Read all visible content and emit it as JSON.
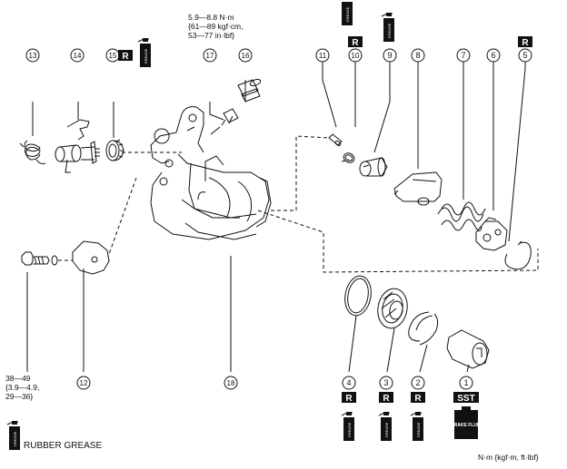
{
  "callouts": [
    {
      "id": "c1",
      "label": "1"
    },
    {
      "id": "c2",
      "label": "2"
    },
    {
      "id": "c3",
      "label": "3"
    },
    {
      "id": "c4",
      "label": "4"
    },
    {
      "id": "c5",
      "label": "5"
    },
    {
      "id": "c6",
      "label": "6"
    },
    {
      "id": "c7",
      "label": "7"
    },
    {
      "id": "c8",
      "label": "8"
    },
    {
      "id": "c9",
      "label": "9"
    },
    {
      "id": "c10",
      "label": "10"
    },
    {
      "id": "c11",
      "label": "11"
    },
    {
      "id": "c12",
      "label": "12"
    },
    {
      "id": "c13",
      "label": "13"
    },
    {
      "id": "c14",
      "label": "14"
    },
    {
      "id": "c15",
      "label": "15"
    },
    {
      "id": "c16",
      "label": "16"
    },
    {
      "id": "c17",
      "label": "17"
    },
    {
      "id": "c18",
      "label": "18"
    }
  ],
  "torque_bleeder": "5.9—8.8 N·m\n{61—89 kgf·cm,\n53—77 in·lbf}",
  "torque_bolt": "38—49\n{3.9—4.9,\n29—36}",
  "badges": {
    "replace": "R",
    "sst": "SST"
  },
  "icons": {
    "grease_label": "GREASE",
    "brake_fluid_label": "BRAKE FLUID"
  },
  "legend": {
    "rubber_grease": "RUBBER GREASE"
  },
  "units_note": "N·m {kgf·m, ft·lbf}",
  "colors": {
    "line": "#111111",
    "badge_fill": "#111111",
    "badge_text": "#ffffff"
  }
}
